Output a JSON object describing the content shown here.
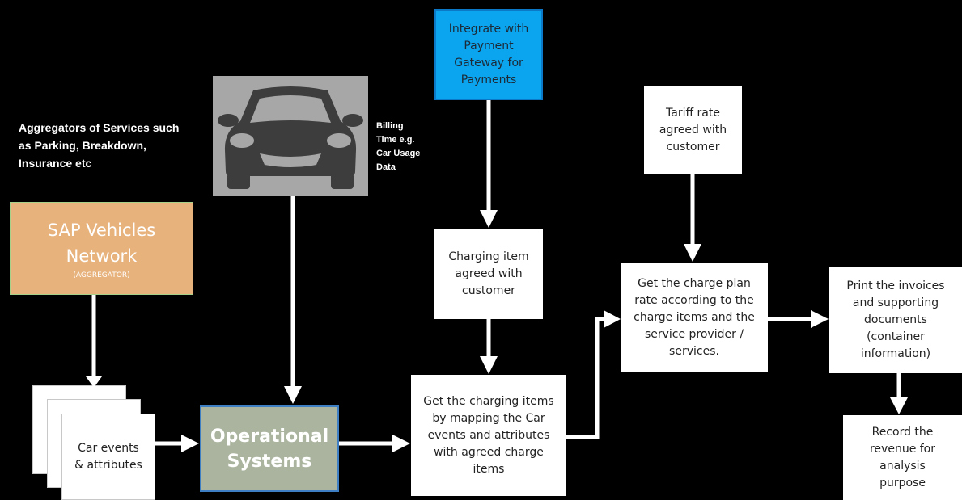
{
  "notes": {
    "aggregators": "Aggregators of Services such\nas Parking, Breakdown,\nInsurance etc",
    "billing": "Billing\nTime e.g.\nCar Usage\nData"
  },
  "nodes": {
    "sap_title": "SAP Vehicles\nNetwork",
    "sap_subtitle": "(AGGREGATOR)",
    "car_events": "Car events\n& attributes",
    "operational": "Operational\nSystems",
    "payment": "Integrate with\nPayment\nGateway for\nPayments",
    "charging_item": "Charging item\nagreed with\ncustomer",
    "mapping": "Get the charging items\nby mapping the Car\nevents and attributes\nwith agreed charge\nitems",
    "tariff": "Tariff rate\nagreed with\ncustomer",
    "charge_plan": "Get the charge plan\nrate according to the\ncharge items and the\nservice provider /\nservices.",
    "print": "Print the invoices\nand supporting\ndocuments\n(container\ninformation)",
    "record": "Record the\nrevenue for\nanalysis\npurpose"
  },
  "colors": {
    "background": "#000000",
    "sap_fill": "#e7b27c",
    "payment_fill": "#0aa4ef",
    "operational_fill": "#aab49e",
    "car_panel": "#a7a7a7",
    "car_body": "#3d3d3d"
  },
  "icons": {
    "car": "car-front-icon"
  }
}
